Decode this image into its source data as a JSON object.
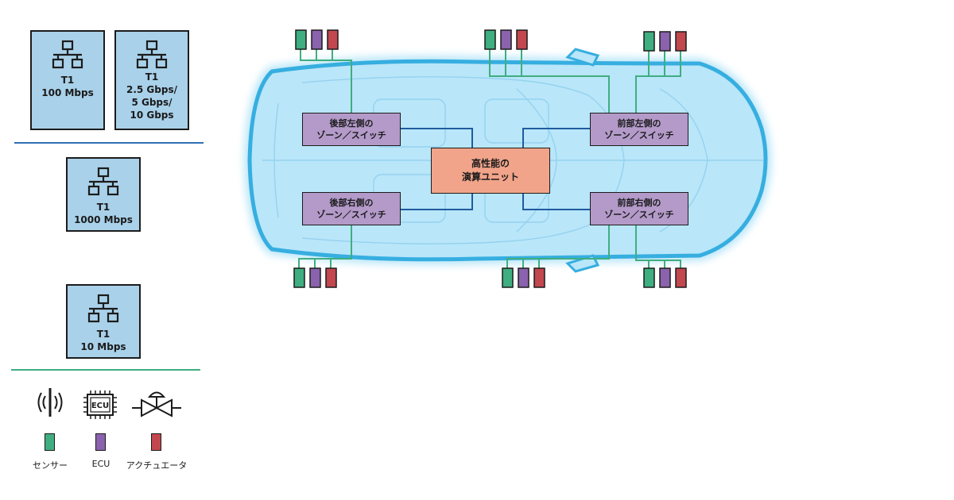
{
  "legend": {
    "links": [
      {
        "label": "T1\n100 Mbps"
      },
      {
        "label": "T1\n2.5 Gbps/\n5 Gbps/\n10 Gbps"
      },
      {
        "label": "T1\n1000 Mbps"
      },
      {
        "label": "T1\n10 Mbps"
      }
    ],
    "symbols": [
      {
        "label": "センサー",
        "icon": "sensor-icon",
        "color": "#3fae80"
      },
      {
        "label": "ECU",
        "icon": "ecu-chip-icon",
        "icon_text": "ECU",
        "color": "#8a62ad"
      },
      {
        "label": "アクチュエータ",
        "icon": "actuator-valve-icon",
        "color": "#c2474e"
      }
    ]
  },
  "diagram": {
    "central_unit": {
      "line1": "高性能の",
      "line2": "演算ユニット"
    },
    "zones": {
      "rear_left": {
        "line1": "後部左側の",
        "line2": "ゾーン／スイッチ"
      },
      "front_left": {
        "line1": "前部左側の",
        "line2": "ゾーン／スイッチ"
      },
      "rear_right": {
        "line1": "後部右側の",
        "line2": "ゾーン／スイッチ"
      },
      "front_right": {
        "line1": "前部右側の",
        "line2": "ゾーン／スイッチ"
      }
    }
  },
  "colors": {
    "sensor": "#3fae80",
    "ecu": "#8a62ad",
    "actuator": "#c2474e",
    "link_100mbps": "#3fae80",
    "link_1000mbps": "#1f5c9e",
    "legend_fill": "#a9d1ea",
    "zone_fill": "#b39ac9",
    "central_fill": "#f1a48a",
    "car_outline": "#36aee0"
  }
}
